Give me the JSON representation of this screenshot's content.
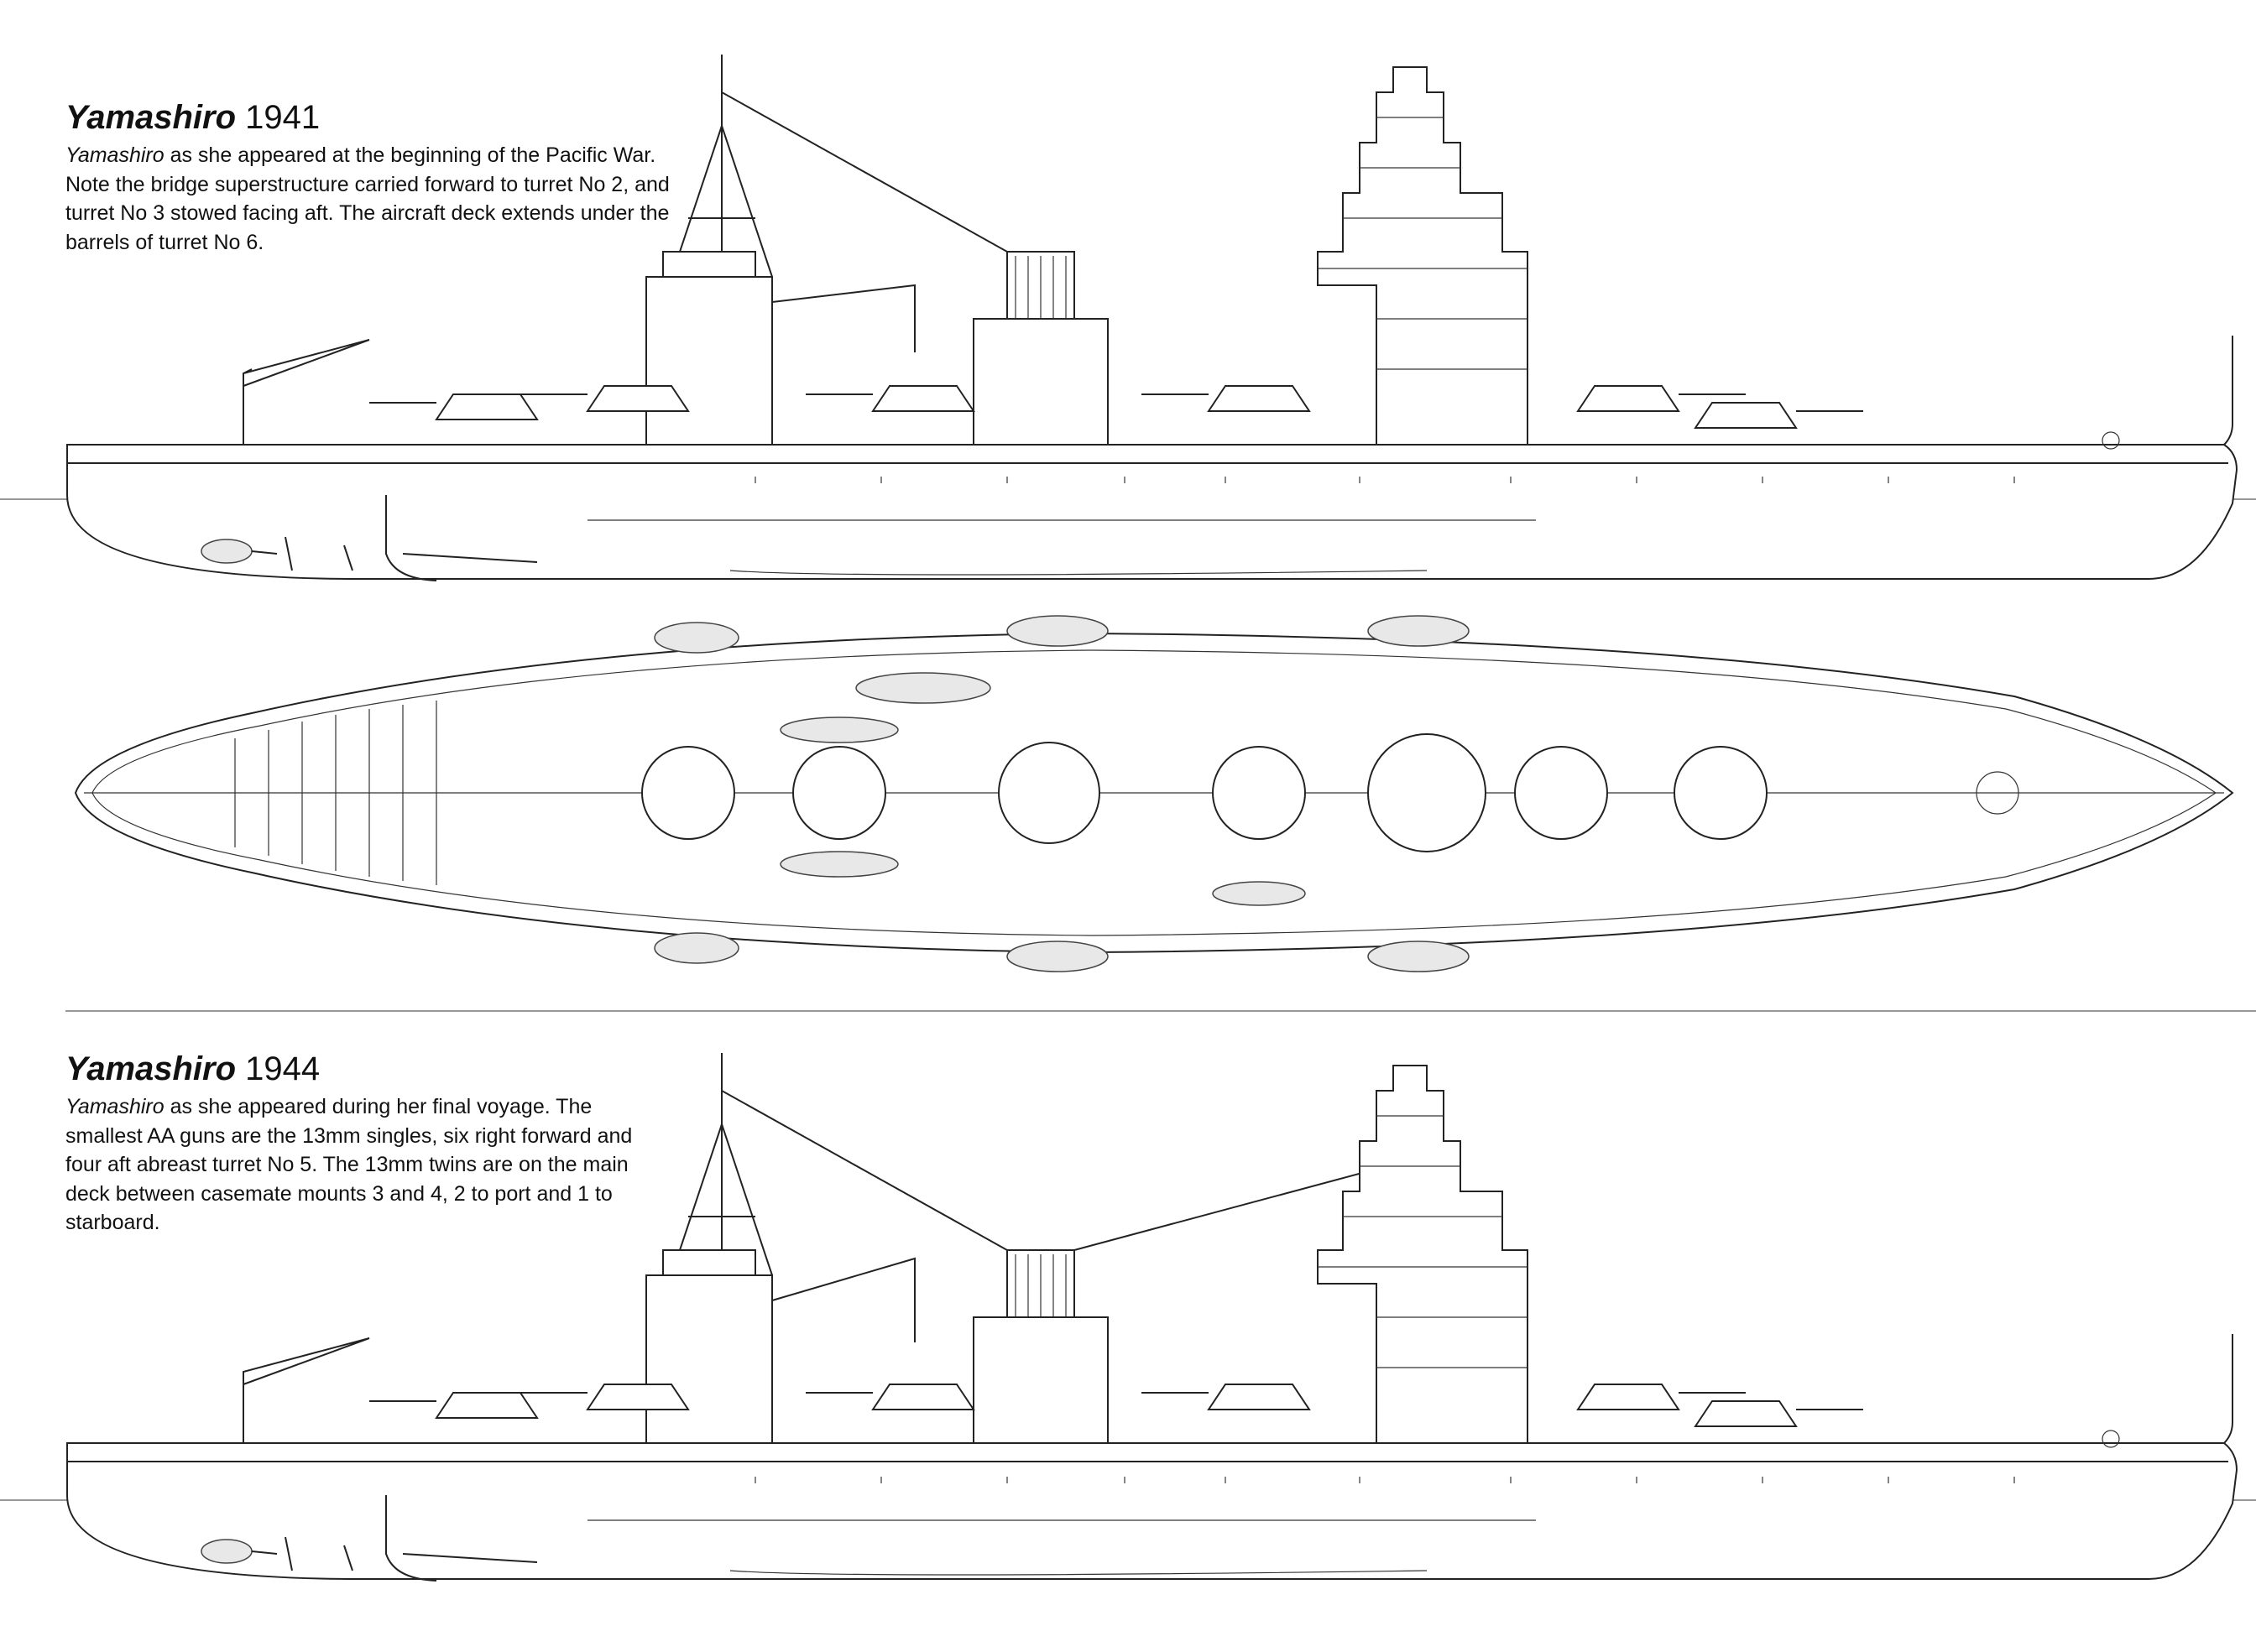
{
  "panels": [
    {
      "ship": "Yamashiro",
      "year": "1941",
      "description_lead": "Yamashiro",
      "description_rest": " as she appeared at the beginning of the Pacific War. Note the bridge superstructure carried forward to turret No 2, and turret No 3 stowed facing aft.  The aircraft deck extends under the barrels of turret No 6."
    },
    {
      "ship": "Yamashiro",
      "year": "1944",
      "description_lead": "Yamashiro",
      "description_rest": " as she appeared during her final voyage. The smallest AA guns are the 13mm singles, six right forward and four aft abreast turret No 5. The 13mm twins are on the main deck between casemate mounts 3 and 4, 2 to port and 1 to starboard."
    }
  ],
  "drawings": [
    "profile-1941",
    "plan-view-1941",
    "profile-1944"
  ]
}
